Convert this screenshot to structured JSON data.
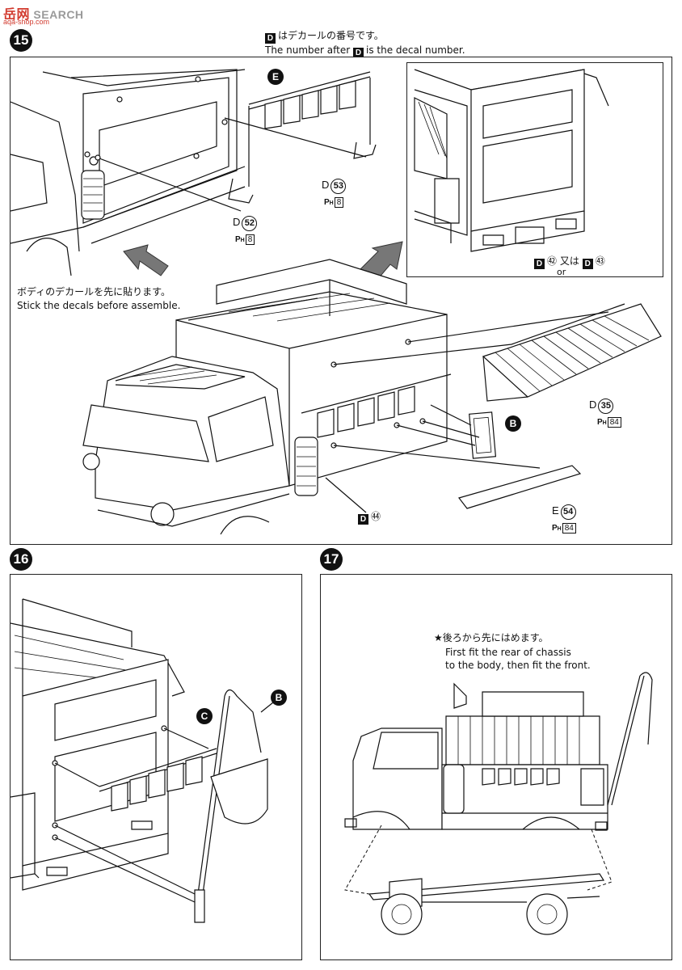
{
  "watermark": {
    "cn": "岳",
    "cn2": "网",
    "text": "SEARCH",
    "url": "aqa-shop.com"
  },
  "decal_note": {
    "badge": "D",
    "ja": "はデカールの番号です。",
    "en_prefix": "The number after",
    "en_suffix": "is the decal number."
  },
  "steps": [
    {
      "num": "15"
    },
    {
      "num": "16"
    },
    {
      "num": "17"
    }
  ],
  "step15": {
    "body_note_ja": "ボディのデカールを先に貼ります。",
    "body_note_en": "Stick the decals before assemble.",
    "parts": {
      "e_callout": "E",
      "d53": {
        "letter": "D",
        "num": "53",
        "paint": "8"
      },
      "d52": {
        "letter": "D",
        "num": "52",
        "paint": "8"
      },
      "d35": {
        "letter": "D",
        "num": "35",
        "paint": "84"
      },
      "e54": {
        "letter": "E",
        "num": "54",
        "paint": "84"
      },
      "b_callout": "B",
      "decal44": {
        "badge": "D",
        "num": "㊹"
      },
      "decal42_43": {
        "badge": "D",
        "num1": "㊷",
        "or_ja": "又は",
        "num2": "㊸",
        "or_en": "or"
      }
    },
    "paint_prefix": "H"
  },
  "step16": {
    "c_callout": "C",
    "b_callout": "B"
  },
  "step17": {
    "note_ja": "★後ろから先にはめます。",
    "note_en_1": "First fit the rear of chassis",
    "note_en_2": "to the body, then fit the front."
  }
}
